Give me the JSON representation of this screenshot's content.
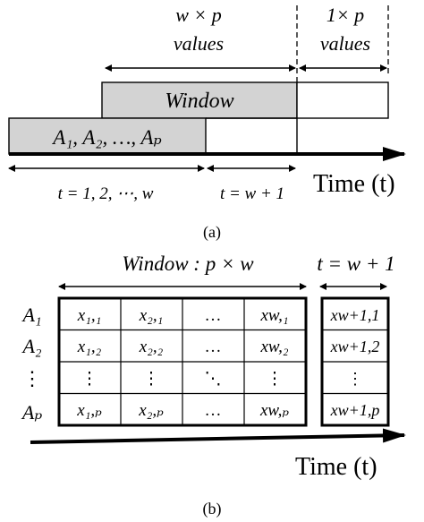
{
  "part_a": {
    "label": "(a)",
    "top_label_left_line1": "w × p",
    "top_label_left_line2": "values",
    "top_label_right_line1": "1× p",
    "top_label_right_line2": "values",
    "window_label": "Window",
    "series_label": "A₁, A₂, …, Aₚ",
    "range_left": "t = 1, 2, ⋯, w",
    "range_right": "t = w + 1",
    "axis_label": "Time (t)",
    "colors": {
      "shade": "#d3d3d3",
      "line": "#000000"
    }
  },
  "part_b": {
    "label": "(b)",
    "window_header": "Window :  p × w",
    "next_header": "t = w + 1",
    "row_labels": [
      "A₁",
      "A₂",
      "⋮",
      "Aₚ"
    ],
    "matrix": [
      [
        "x₁,₁",
        "x₂,₁",
        "…",
        "xw,₁"
      ],
      [
        "x₁,₂",
        "x₂,₂",
        "…",
        "xw,₂"
      ],
      [
        "⋮",
        "⋮",
        "⋱",
        "⋮"
      ],
      [
        "x₁,ₚ",
        "x₂,ₚ",
        "…",
        "xw,ₚ"
      ]
    ],
    "next_column": [
      "xw+1,1",
      "xw+1,2",
      "⋮",
      "xw+1,p"
    ],
    "axis_label": "Time (t)"
  }
}
